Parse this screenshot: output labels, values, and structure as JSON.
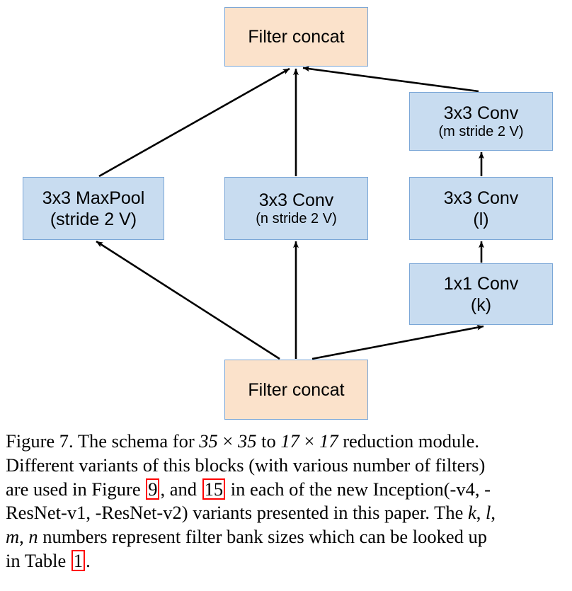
{
  "figure": {
    "nodes": [
      {
        "id": "concat-top",
        "line1": "Filter concat",
        "line2": "",
        "kind": "concat"
      },
      {
        "id": "maxpool",
        "line1": "3x3 MaxPool",
        "line2": "(stride 2 V)",
        "kind": "conv"
      },
      {
        "id": "conv-n",
        "line1": "3x3 Conv",
        "line2": "(n stride 2 V)",
        "kind": "conv"
      },
      {
        "id": "conv-m",
        "line1": "3x3 Conv",
        "line2": "(m stride 2 V)",
        "kind": "conv"
      },
      {
        "id": "conv-l",
        "line1": "3x3 Conv",
        "line2": "(l)",
        "kind": "conv"
      },
      {
        "id": "conv-k",
        "line1": "1x1 Conv",
        "line2": "(k)",
        "kind": "conv"
      },
      {
        "id": "concat-bottom",
        "line1": "Filter concat",
        "line2": "",
        "kind": "concat"
      }
    ],
    "colors": {
      "concat_fill": "#fbe2cb",
      "conv_fill": "#c8dcf0",
      "border": "#7ba7d7",
      "arrow": "#000000",
      "citation_box": "#ff0000"
    }
  },
  "caption": {
    "label": "Figure 7.",
    "line1_a": "The schema for",
    "line1_dim1_a": "35",
    "line1_times1": "×",
    "line1_dim1_b": "35",
    "line1_to": "to",
    "line1_dim2_a": "17",
    "line1_times2": "×",
    "line1_dim2_b": "17",
    "line1_b": "reduction module.",
    "line2": "Different variants of this blocks (with various number of filters)",
    "line3_a": "are used in Figure",
    "line3_cite1": "9",
    "line3_b": ", and",
    "line3_cite2": "15",
    "line3_c": "in each of the new Inception(-v4, -",
    "line4_a": "ResNet-v1, -ResNet-v2) variants presented in this paper. The",
    "line4_k": "k",
    "line4_comma1": ",",
    "line4_l": "l",
    "line4_comma2": ",",
    "line5_m": "m",
    "line5_comma": ",",
    "line5_n": "n",
    "line5_text": "numbers represent filter bank sizes which can be looked up",
    "line6_a": "in Table",
    "line6_cite3": "1",
    "line6_b": "."
  }
}
